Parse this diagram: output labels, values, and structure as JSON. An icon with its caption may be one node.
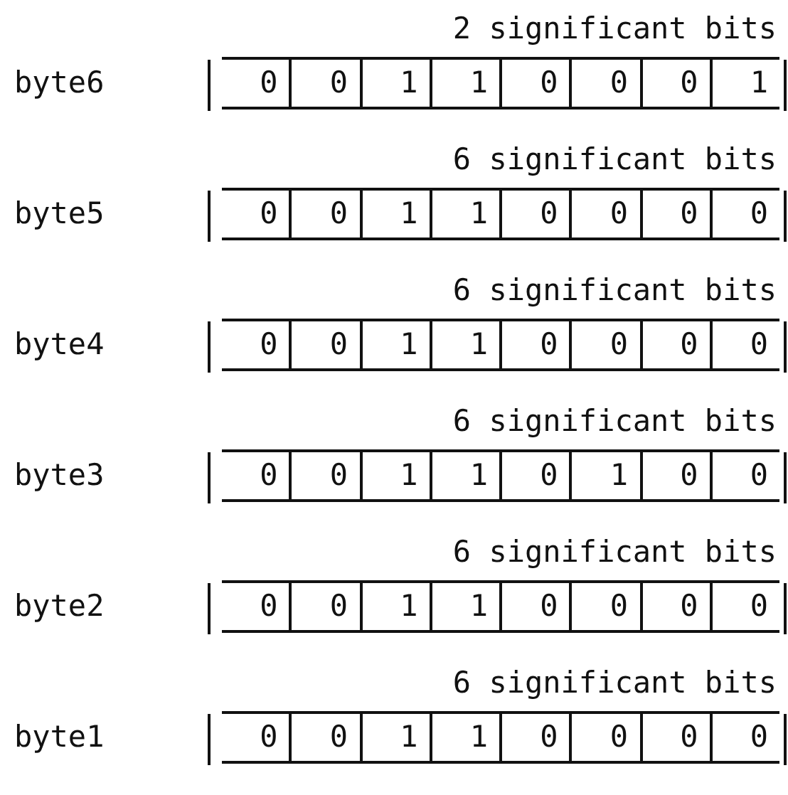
{
  "diagram": {
    "labels": [
      "2 significant bits",
      "byte6",
      "0",
      "0",
      "1",
      "1",
      "0",
      "0",
      "0",
      "1",
      "6 significant bits",
      "byte5",
      "0",
      "0",
      "1",
      "1",
      "0",
      "0",
      "0",
      "0",
      "6 significant bits",
      "byte4",
      "0",
      "0",
      "1",
      "1",
      "0",
      "0",
      "0",
      "0",
      "6 significant bits",
      "byte3",
      "0",
      "0",
      "1",
      "1",
      "0",
      "1",
      "0",
      "0",
      "6 significant bits",
      "byte2",
      "0",
      "0",
      "1",
      "1",
      "0",
      "0",
      "0",
      "0",
      "6 significant bits",
      "byte1",
      "0",
      "0",
      "1",
      "1",
      "0",
      "0",
      "0",
      "0"
    ]
  }
}
